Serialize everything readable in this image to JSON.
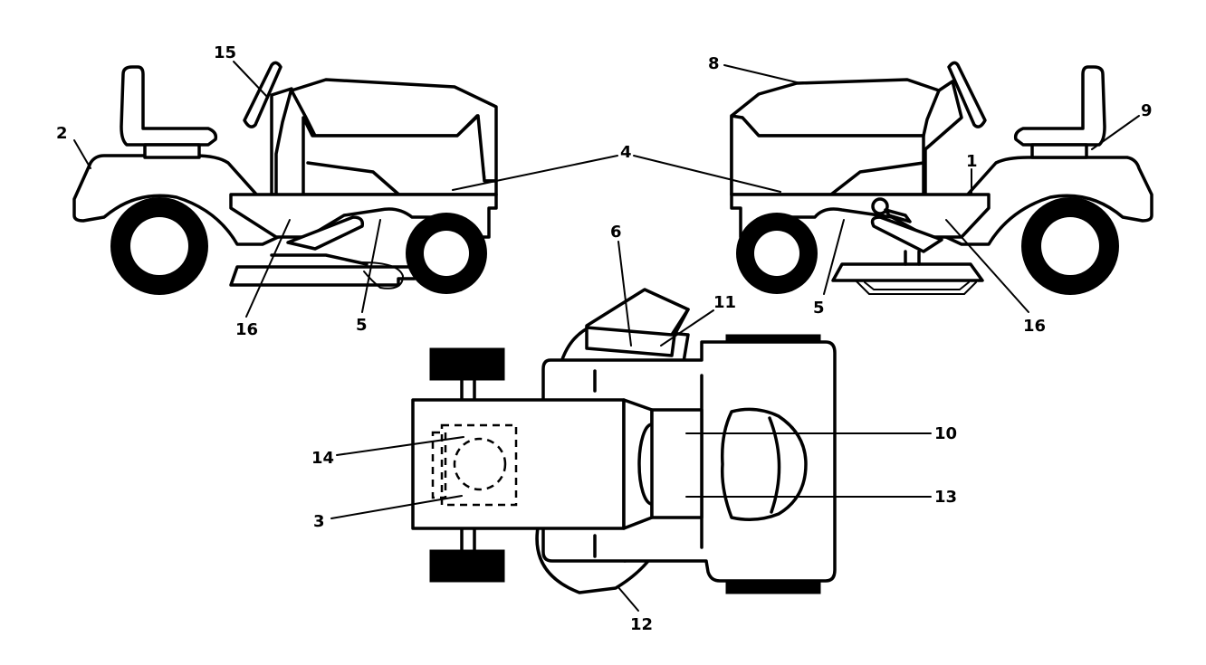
{
  "callouts": {
    "c1": "1",
    "c2": "2",
    "c3": "3",
    "c4": "4",
    "c5_left": "5",
    "c5_right": "5",
    "c6": "6",
    "c8": "8",
    "c9": "9",
    "c10": "10",
    "c11": "11",
    "c12": "12",
    "c13": "13",
    "c14": "14",
    "c15": "15",
    "c16_left": "16",
    "c16_right": "16"
  },
  "colors": {
    "ink": "#000000",
    "paper": "#ffffff"
  }
}
